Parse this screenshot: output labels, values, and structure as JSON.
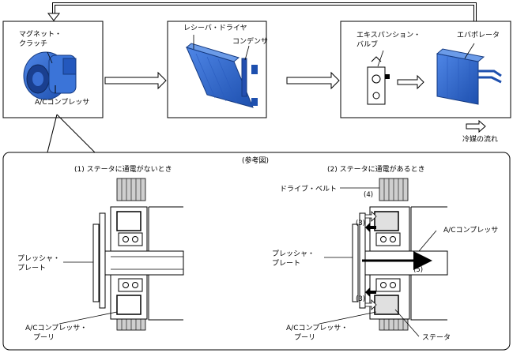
{
  "top": {
    "compressor": {
      "clutch_label_1": "マグネット・",
      "clutch_label_2": "クラッチ",
      "compressor_label": "A/Cコンプレッサ"
    },
    "condenser": {
      "receiver_label": "レシーバ・ドライヤ",
      "condenser_label": "コンデンサ"
    },
    "evaporator": {
      "valve_label_1": "エキスパンション・",
      "valve_label_2": "バルブ",
      "evaporator_label": "エバポレータ"
    },
    "legend": {
      "flow_label": "冷媒の流れ"
    }
  },
  "reference": {
    "title": "(参考図)",
    "left": {
      "heading": "(1) ステータに通電がないとき",
      "pressure_plate_1": "プレッシャ・",
      "pressure_plate_2": "プレート",
      "pulley_1": "A/Cコンプレッサ・",
      "pulley_2": "プーリ"
    },
    "right": {
      "heading": "(2) ステータに通電があるとき",
      "drive_belt": "ドライブ・ベルト",
      "num_4": "(4)",
      "num_3_top": "(3)",
      "num_3_bottom": "(3)",
      "num_5": "(5)",
      "compressor": "A/Cコンプレッサ",
      "pressure_plate_1": "プレッシャ・",
      "pressure_plate_2": "プレート",
      "pulley_1": "A/Cコンプレッサ・",
      "pulley_2": "プーリ",
      "stator": "ステータ"
    }
  },
  "colors": {
    "component_blue": "#2d63c8",
    "component_dark": "#1a3f8f",
    "stator_gray": "#d9d9d9",
    "belt_gray": "#bdbdbd"
  }
}
